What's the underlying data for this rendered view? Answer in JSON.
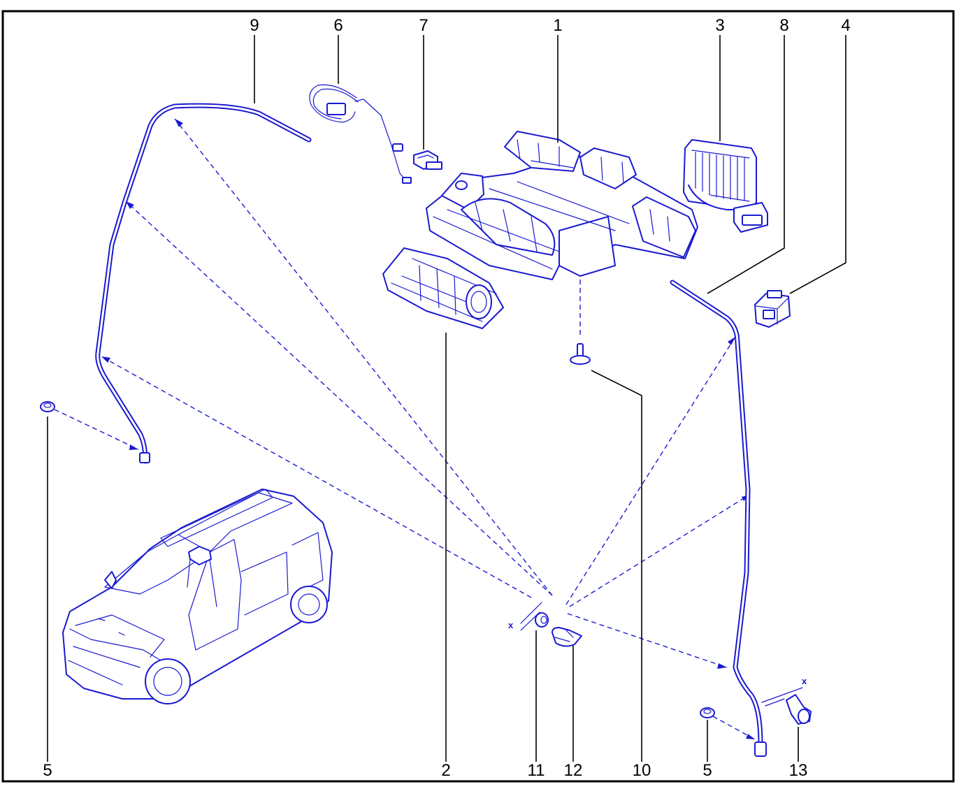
{
  "diagram": {
    "callouts": [
      "9",
      "6",
      "7",
      "1",
      "3",
      "8",
      "4",
      "2",
      "10",
      "5",
      "11",
      "12",
      "5",
      "13"
    ],
    "dimension_mark": "x",
    "colors": {
      "line": "#1a1ad0",
      "frame": "#000000",
      "text": "#000000",
      "background": "#ffffff"
    }
  }
}
